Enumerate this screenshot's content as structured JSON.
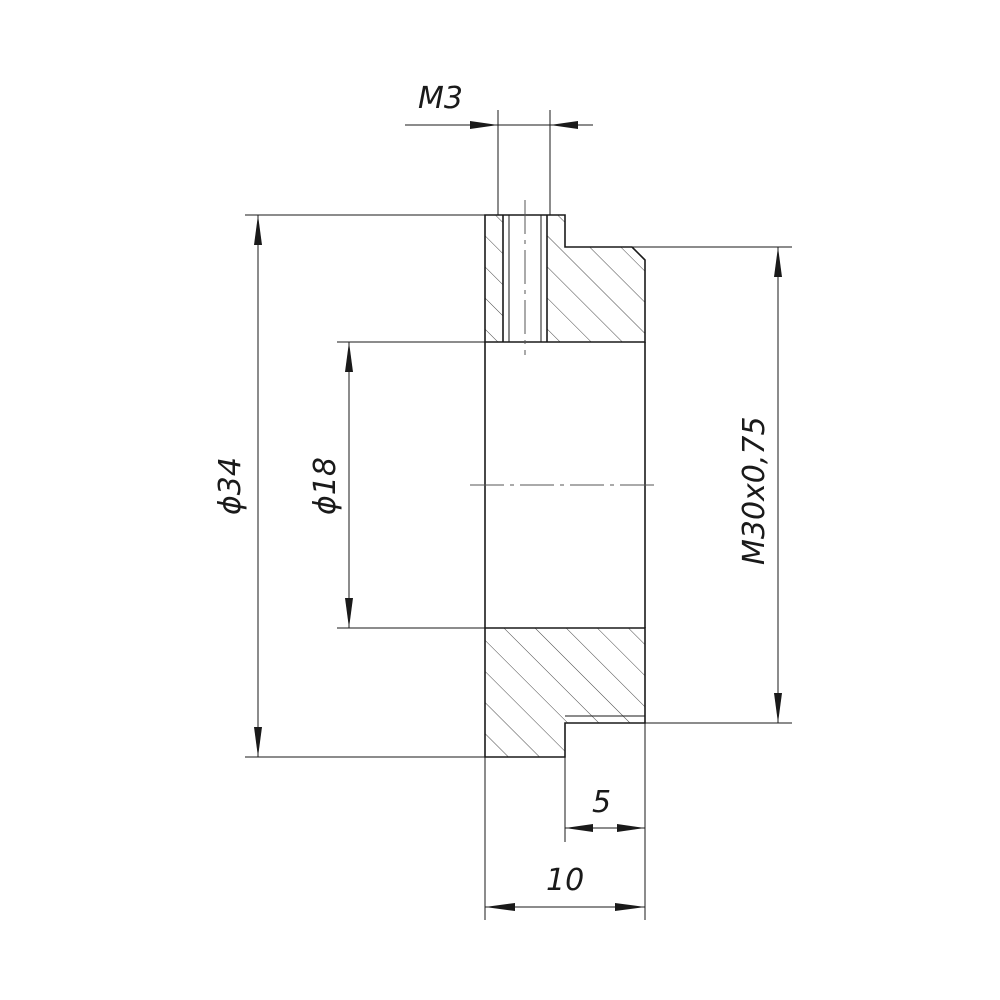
{
  "drawing": {
    "dimensions": {
      "thread_hole": "M3",
      "outer_diameter": "ϕ34",
      "bore_diameter": "ϕ18",
      "thread_major": "M30x0,75",
      "step_length": "5",
      "total_length": "10"
    }
  }
}
